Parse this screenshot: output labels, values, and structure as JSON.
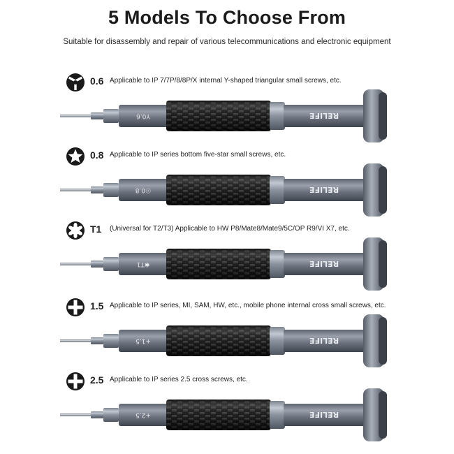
{
  "header": {
    "title": "5 Models To Choose From",
    "subtitle": "Suitable for disassembly and repair of various telecommunications and electronic equipment"
  },
  "brand": "RELIFE",
  "colors": {
    "metal_dark": "#5b6370",
    "metal_light": "#b7bdc7",
    "carbon": "#1b1b1b",
    "icon": "#1a1a1a"
  },
  "models": [
    {
      "size": "0.6",
      "head_icon": "tri-wing-y-icon",
      "marking": "Y0.6",
      "description": "Applicable to IP 7/7P/8/8P/X internal Y-shaped triangular small screws, etc."
    },
    {
      "size": "0.8",
      "head_icon": "pentalobe-star-icon",
      "marking": "☉0.8",
      "description": "Applicable to IP series bottom five-star small screws, etc."
    },
    {
      "size": "T1",
      "head_icon": "torx-star-icon",
      "marking": "✱T1",
      "description": "(Universal for T2/T3) Applicable to HW P8/Mate8/Mate9/5C/OP R9/VI X7, etc."
    },
    {
      "size": "1.5",
      "head_icon": "phillips-cross-icon",
      "marking": "+1.5",
      "description": "Applicable to IP series, MI, SAM, HW, etc., mobile phone internal cross small screws, etc."
    },
    {
      "size": "2.5",
      "head_icon": "phillips-cross-icon",
      "marking": "+2.5",
      "description": "Applicable to IP series 2.5 cross screws, etc."
    }
  ]
}
